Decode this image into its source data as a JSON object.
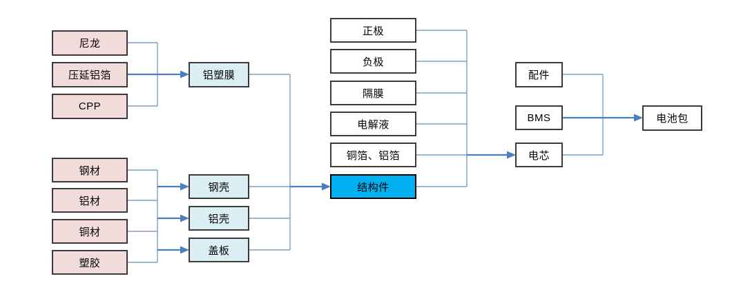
{
  "colors": {
    "pink_fill": "#F2DCDB",
    "light_blue_fill": "#DAEEF3",
    "white_fill": "#FFFFFF",
    "highlight_blue_fill": "#00B0F0",
    "box_border": "#3A3A3A",
    "connector_light": "#7E9CC9",
    "connector_dark": "#4A7EBE",
    "text_color": "#000000"
  },
  "diagram": {
    "nodes": {
      "nylon": {
        "label": "尼龙"
      },
      "rolled_al_foil": {
        "label": "压延铝箔"
      },
      "cpp": {
        "label": "CPP"
      },
      "al_plastic_film": {
        "label": "铝塑膜"
      },
      "steel": {
        "label": "钢材"
      },
      "aluminum": {
        "label": "铝材"
      },
      "copper": {
        "label": "铜材"
      },
      "plastic": {
        "label": "塑胶"
      },
      "steel_case": {
        "label": "钢壳"
      },
      "al_case": {
        "label": "铝壳"
      },
      "cover_plate": {
        "label": "盖板"
      },
      "cathode": {
        "label": "正极"
      },
      "anode": {
        "label": "负极"
      },
      "separator": {
        "label": "隔膜"
      },
      "electrolyte": {
        "label": "电解液"
      },
      "cu_al_foil": {
        "label": "铜箔、铝箔"
      },
      "structural_parts": {
        "label": "结构件"
      },
      "accessories": {
        "label": "配件"
      },
      "bms": {
        "label": "BMS"
      },
      "cell": {
        "label": "电芯"
      },
      "battery_pack": {
        "label": "电池包"
      }
    }
  }
}
